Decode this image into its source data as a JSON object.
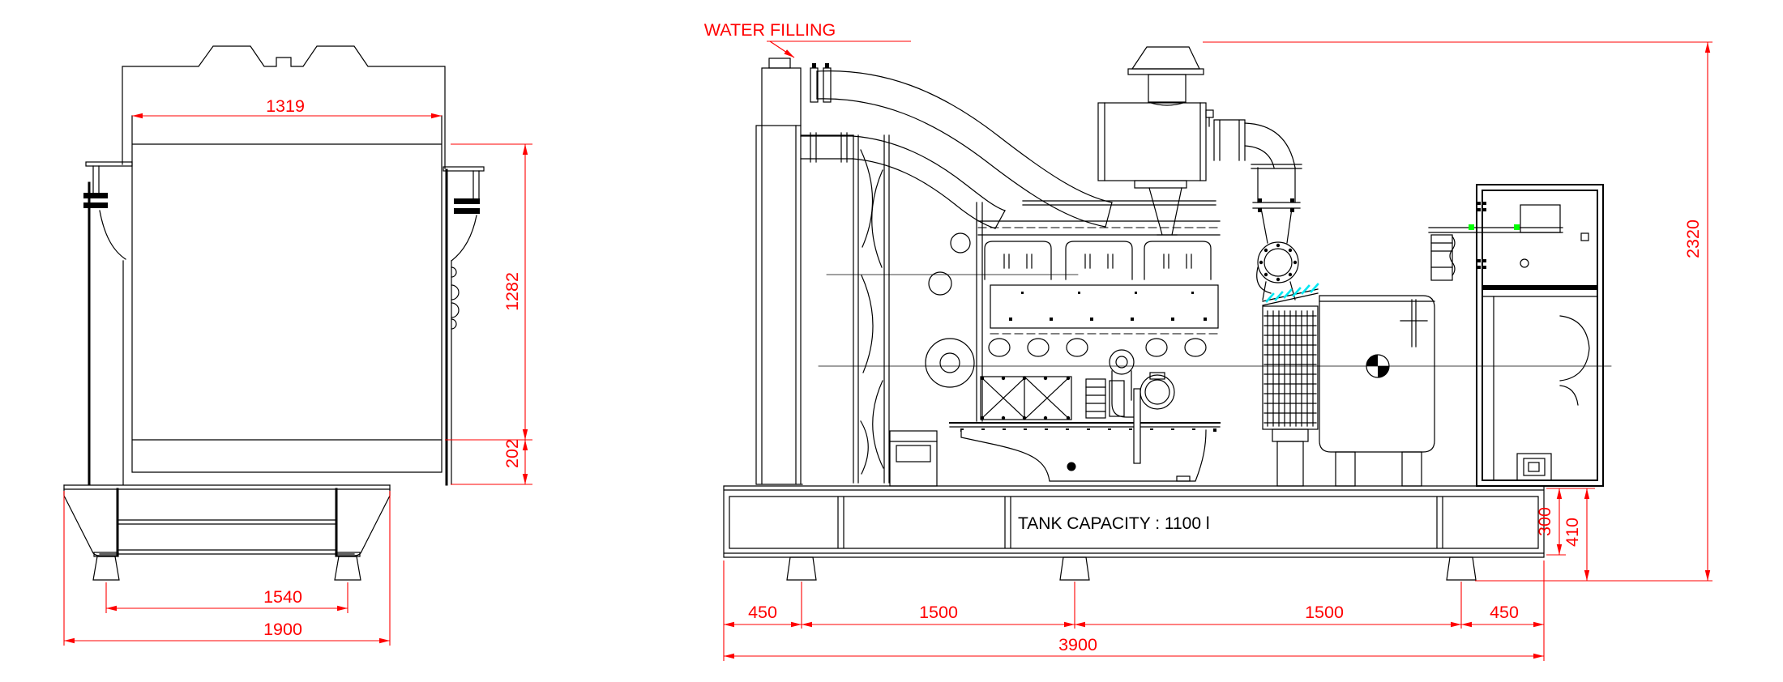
{
  "front_view": {
    "dim_core_width": "1319",
    "dim_core_height": "1282",
    "dim_lower_height": "202",
    "dim_feet_spacing": "1540",
    "dim_overall_width": "1900"
  },
  "side_view": {
    "water_filling_label": "WATER FILLING",
    "tank_capacity_label": "TANK CAPACITY : 1100 l",
    "dim_overall_height": "2320",
    "dim_tank_height": "300",
    "dim_base_height": "410",
    "dim_left_overhang": "450",
    "dim_bay_1": "1500",
    "dim_bay_2": "1500",
    "dim_right_overhang": "450",
    "dim_overall_length": "3900"
  },
  "colors": {
    "line": "#000000",
    "dimension": "#ff0000",
    "cooler_accent": "#00e7f2",
    "marker_green": "#00ff00",
    "background": "#ffffff"
  }
}
